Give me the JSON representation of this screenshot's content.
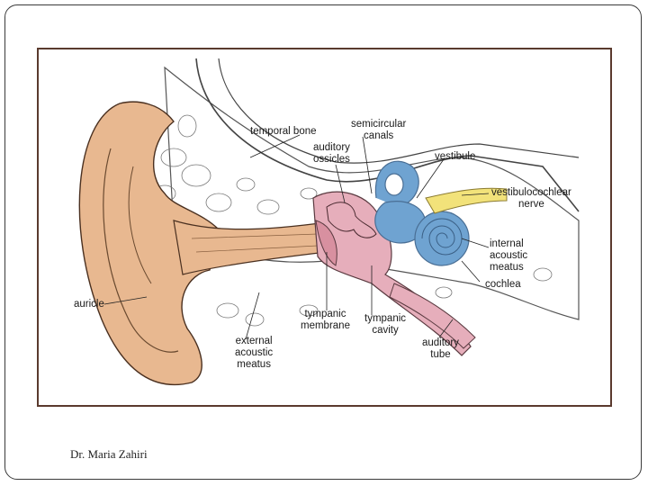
{
  "labels": {
    "temporal_bone": "temporal bone",
    "semicircular_canals": "semicircular\ncanals",
    "auditory_ossicles": "auditory\nossicles",
    "vestibule": "vestibule",
    "vestibulocochlear_nerve": "vestibulocochlear\nnerve",
    "internal_acoustic_meatus": "internal\nacoustic\nmeatus",
    "cochlea": "cochlea",
    "auricle": "auricle",
    "tympanic_membrane": "tympanic\nmembrane",
    "tympanic_cavity": "tympanic\ncavity",
    "auditory_tube": "auditory\ntube",
    "external_acoustic_meatus": "external\nacoustic\nmeatus"
  },
  "footer": {
    "author": "Dr. Maria Zahiri"
  },
  "colors": {
    "skin": "#e8b890",
    "bone": "#ffffff",
    "middle_ear": "#e6aebb",
    "inner_ear": "#6fa3d1",
    "nerve": "#f2e27a",
    "frame": "#5a3a2e"
  }
}
